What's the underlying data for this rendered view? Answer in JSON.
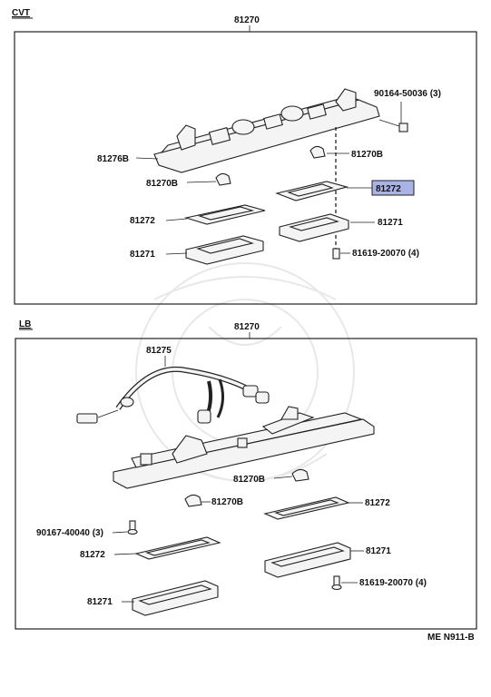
{
  "sections": {
    "top": {
      "label": "CVT",
      "assembly": "81270"
    },
    "bottom": {
      "label": "LB",
      "assembly": "81270"
    }
  },
  "callouts": {
    "cvt_bolt": "90164-50036 (3)",
    "cvt_base": "81276B",
    "cvt_bulb_right": "81270B",
    "cvt_bulb_left": "81270B",
    "cvt_gasket_highlight": "81272",
    "cvt_gasket_left": "81272",
    "cvt_lens_right": "81271",
    "cvt_lens_left": "81271",
    "cvt_screw": "81619-20070 (4)",
    "lb_wire": "81275",
    "lb_bulb_right": "81270B",
    "lb_bulb_left": "81270B",
    "lb_gasket_right": "81272",
    "lb_screw_left": "90167-40040 (3)",
    "lb_gasket_left": "81272",
    "lb_lens_right": "81271",
    "lb_screw_right": "81619-20070 (4)",
    "lb_lens_left": "81271"
  },
  "footer": {
    "code": "ME N911-B"
  },
  "colors": {
    "highlight": "#a9b3e6",
    "ink": "#222222"
  }
}
